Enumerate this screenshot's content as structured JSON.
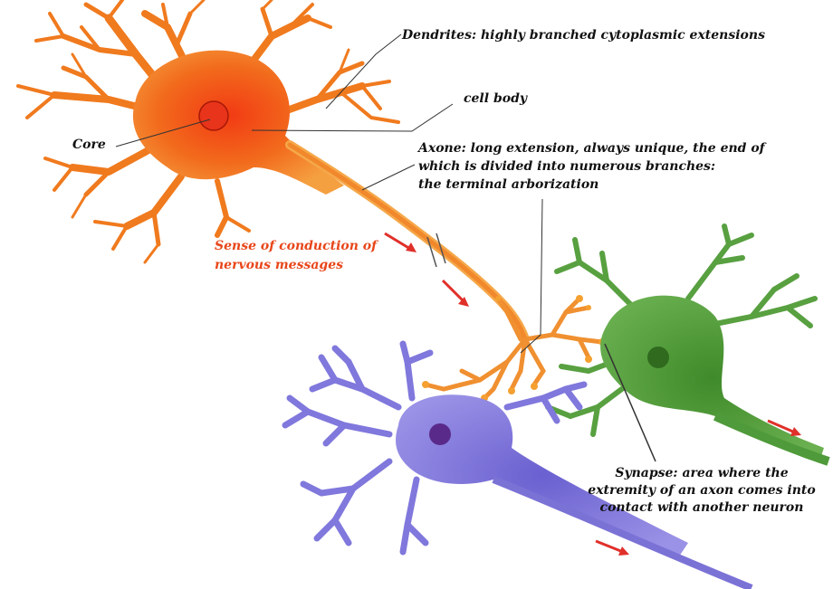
{
  "labels": {
    "dendrites": "Dendrites: highly branched cytoplasmic extensions",
    "cell_body": "cell body",
    "core": "Core",
    "axone_line1": "Axone: long extension, always unique, the end of",
    "axone_line2": "which is divided into numerous branches:",
    "axone_line3": "the terminal arborization",
    "conduction_line1": "Sense of conduction of",
    "conduction_line2": "nervous messages",
    "synapse_line1": "Synapse: area where the",
    "synapse_line2": "extremity of an axon comes into",
    "synapse_line3": "contact with another neuron"
  },
  "colors": {
    "orange_neuron": "#f07a1e",
    "orange_core": "#f0461a",
    "green_neuron": "#4f9a3a",
    "purple_neuron": "#7b72d6",
    "arrow_red": "#e0302a",
    "conduction_text": "#e8461a"
  }
}
